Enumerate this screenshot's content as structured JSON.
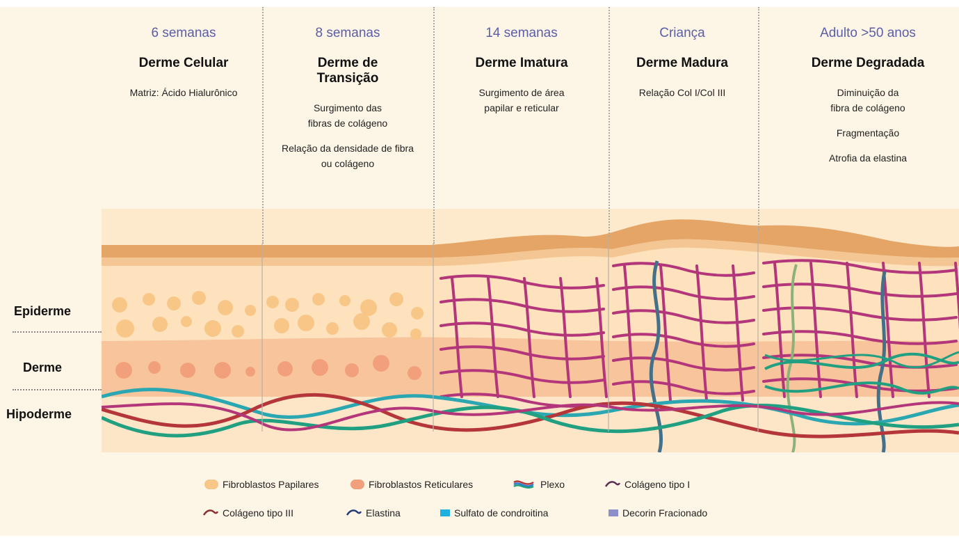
{
  "columns": [
    {
      "age": "6 semanas",
      "title": "Derme Celular",
      "desc": [
        "Matriz: Ácido Hialurônico"
      ]
    },
    {
      "age": "8 semanas",
      "title": "Derme de\nTransição",
      "desc": [
        "Surgimento das\nfibras de colágeno",
        "Relação da densidade de fibra\nou colágeno"
      ]
    },
    {
      "age": "14 semanas",
      "title": "Derme Imatura",
      "desc": [
        "Surgimento de área\npapilar e reticular"
      ]
    },
    {
      "age": "Criança",
      "title": "Derme Madura",
      "desc": [
        "Relação Col I/Col III"
      ]
    },
    {
      "age": "Adulto >50 anos",
      "title": "Derme Degradada",
      "desc": [
        "Diminuição da\nfibra de colágeno",
        "Fragmentação",
        "Atrofia da elastina"
      ]
    }
  ],
  "layers": {
    "epiderme": "Epiderme",
    "derme": "Derme",
    "hipoderme": "Hipoderme"
  },
  "legend": {
    "fibroblastos_papilares": "Fibroblastos Papilares",
    "fibroblastos_reticulares": "Fibroblastos Reticulares",
    "plexo": "Plexo",
    "colageno_tipo_1": "Colágeno tipo I",
    "colageno_tipo_3": "Colágeno tipo III",
    "elastina": "Elastina",
    "sulfato": "Sulfato de condroitina",
    "decorin": "Decorin Fracionado"
  },
  "colors": {
    "background": "#fdf5e6",
    "epidermis_top": "#e5a567",
    "papilar": "#fde2bd",
    "reticular": "#f7c49c",
    "papilar_fibroblast": "#f8c687",
    "reticular_fibroblast": "#f2a07b",
    "colageno_I": "#b3357a",
    "colageno_III": "#b4363b",
    "elastina": "#21a081",
    "teal": "#2aa7b0",
    "slate": "#44708a",
    "sulfato": "#1fb0e0",
    "decorin": "#8d8fc9"
  }
}
